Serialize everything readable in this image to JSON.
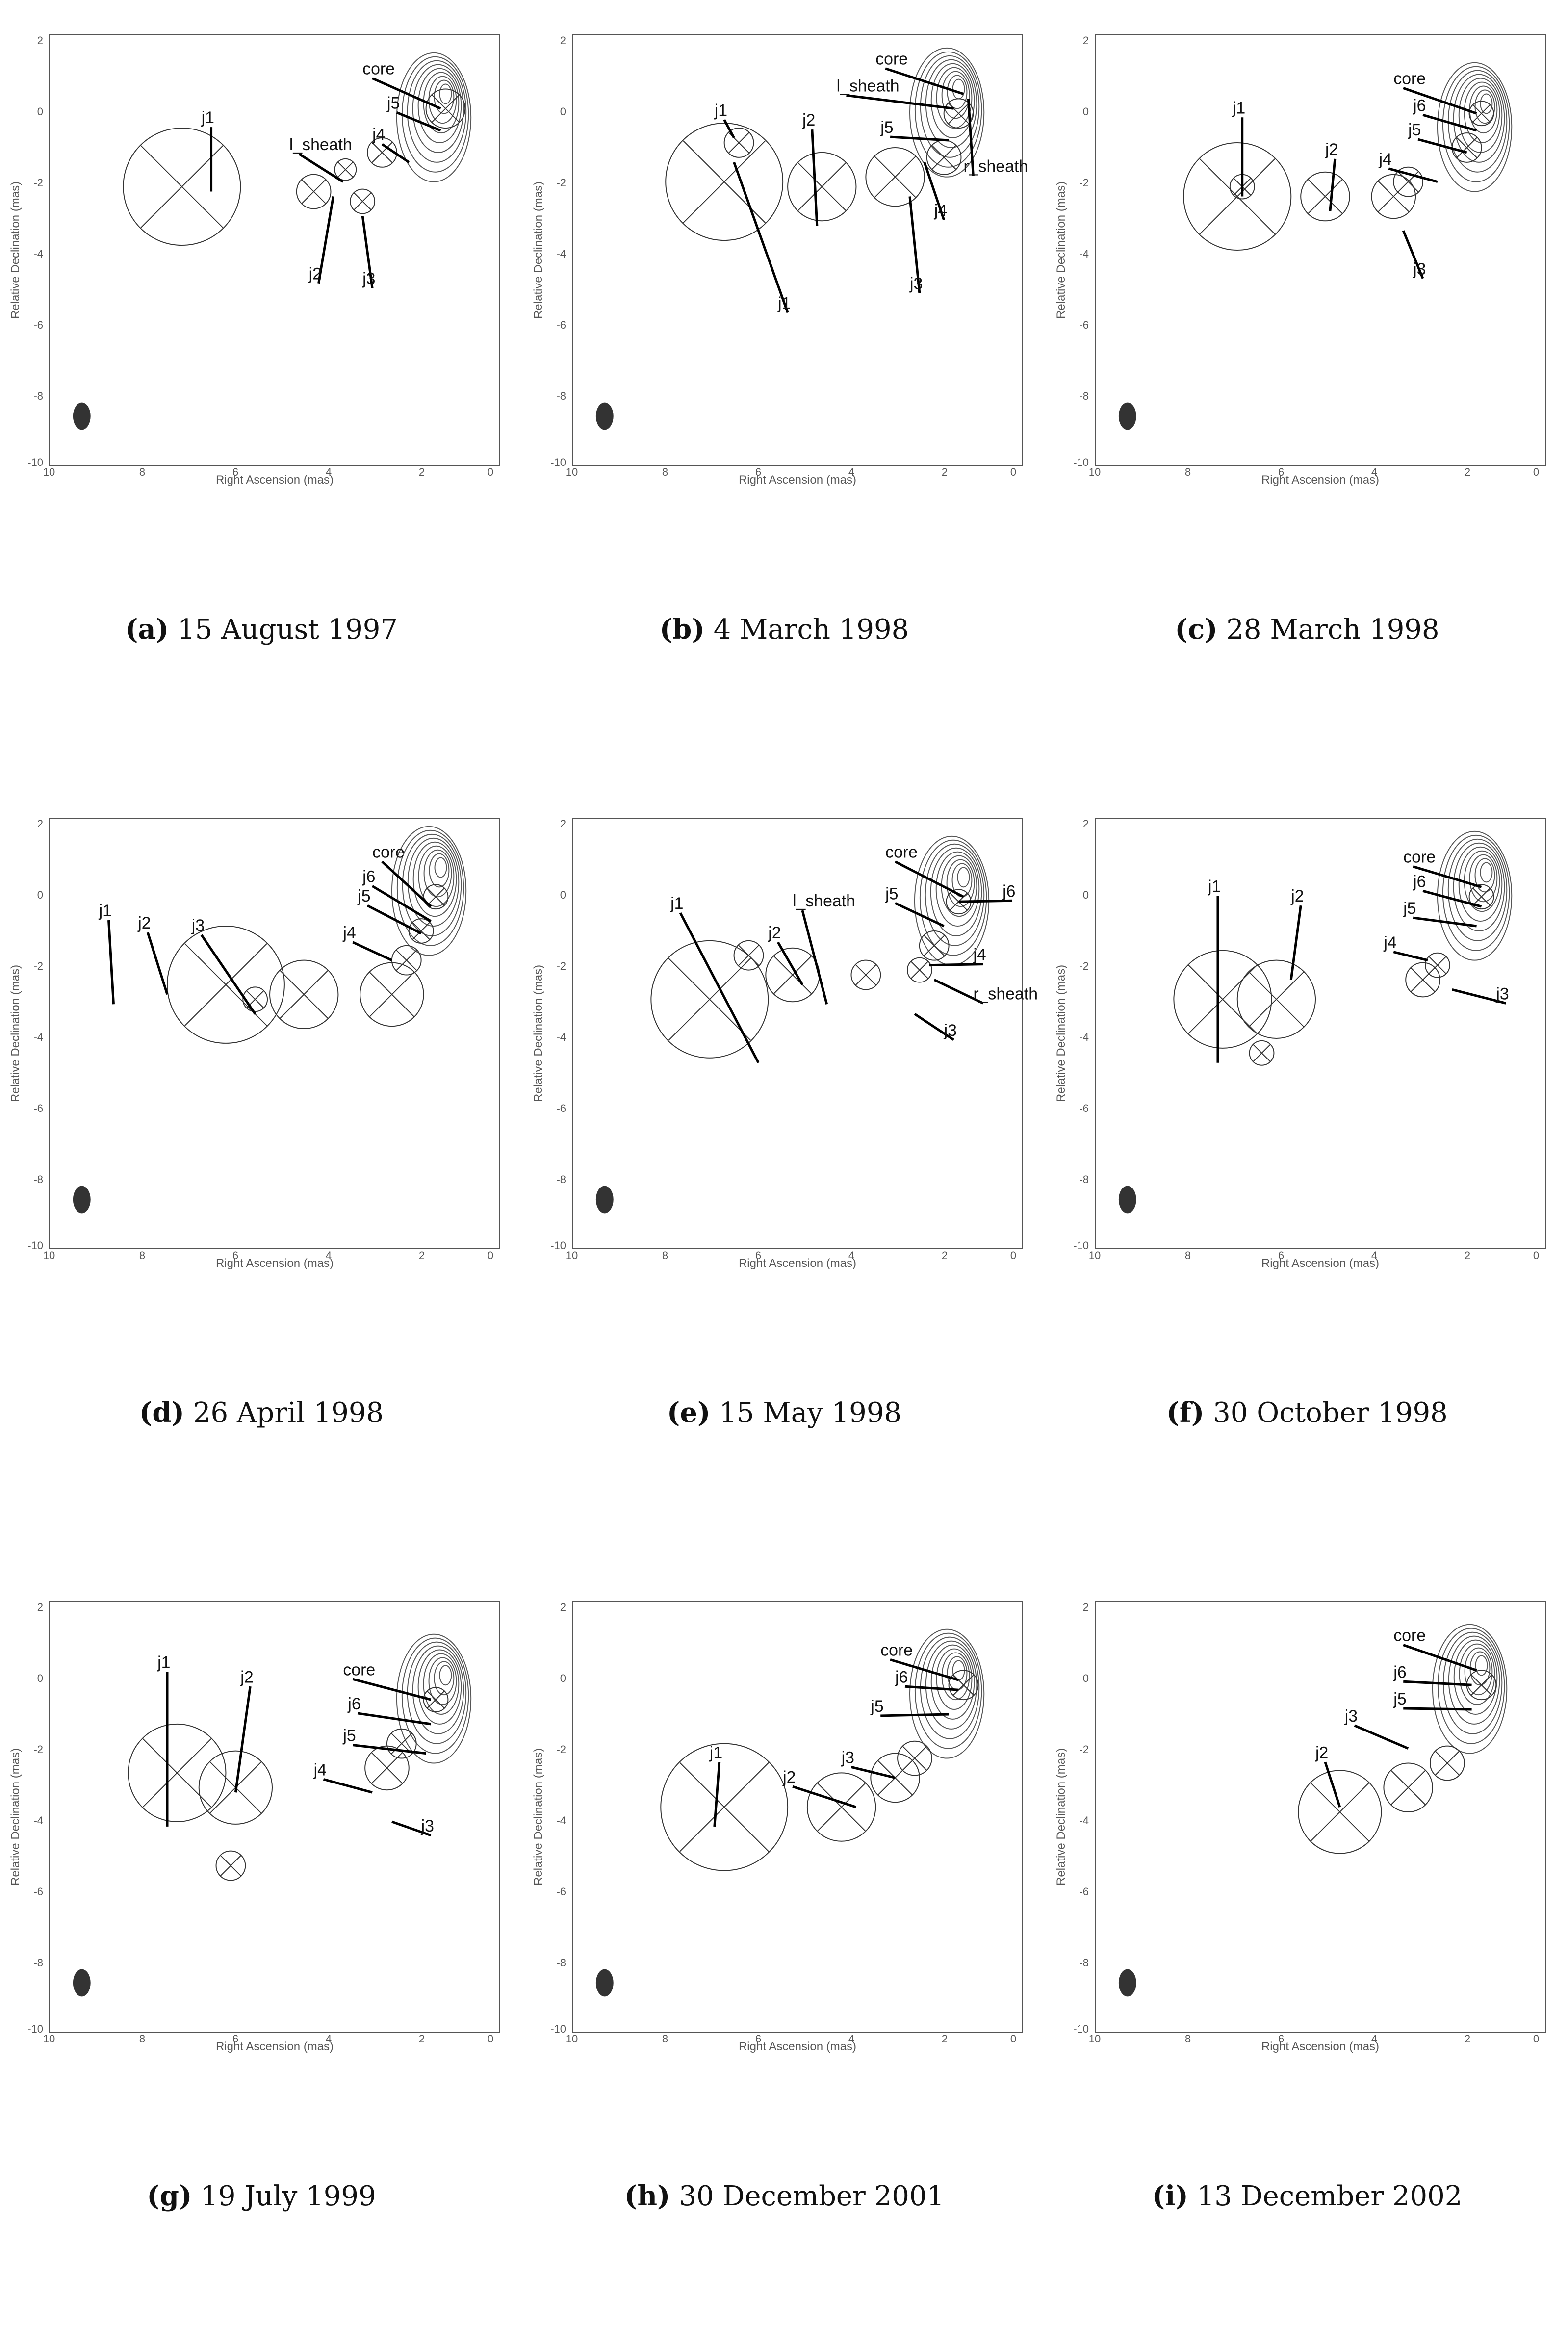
{
  "axis": {
    "xlabel": "Right Ascension  (mas)",
    "ylabel": "Relative Declination  (mas)",
    "xticks": [
      "10",
      "8",
      "6",
      "4",
      "2",
      "0"
    ],
    "yticks": [
      "2",
      "0",
      "-2",
      "-4",
      "-6",
      "-8",
      "-10"
    ]
  },
  "panels": [
    {
      "letter": "(a)",
      "date": " 15 August 1997",
      "labels": [
        "core",
        "j5",
        "j4",
        "l_sheath",
        "j1",
        "j2",
        "j3"
      ]
    },
    {
      "letter": "(b)",
      "date": " 4 March 1998",
      "labels": [
        "core",
        "l_sheath",
        "j5",
        "r_sheath",
        "j1",
        "j2",
        "j4",
        "j3",
        "j1"
      ]
    },
    {
      "letter": "(c)",
      "date": " 28 March 1998",
      "labels": [
        "core",
        "j6",
        "j5",
        "j4",
        "j1",
        "j2",
        "j3"
      ]
    },
    {
      "letter": "(d)",
      "date": " 26 April 1998",
      "labels": [
        "core",
        "j6",
        "j5",
        "j4",
        "j3",
        "j2",
        "j1"
      ]
    },
    {
      "letter": "(e)",
      "date": " 15 May 1998",
      "labels": [
        "core",
        "j5",
        "j6",
        "l_sheath",
        "j4",
        "r_sheath",
        "j3",
        "j2",
        "j1"
      ]
    },
    {
      "letter": "(f)",
      "date": " 30 October 1998",
      "labels": [
        "core",
        "j6",
        "j5",
        "j4",
        "j3",
        "j2",
        "j1"
      ]
    },
    {
      "letter": "(g)",
      "date": " 19 July 1999",
      "labels": [
        "core",
        "j6",
        "j5",
        "j4",
        "j3",
        "j2",
        "j1"
      ]
    },
    {
      "letter": "(h)",
      "date": " 30 December 2001",
      "labels": [
        "core",
        "j6",
        "j5",
        "j3",
        "j2",
        "j1"
      ]
    },
    {
      "letter": "(i)",
      "date": " 13 December 2002",
      "labels": [
        "core",
        "j6",
        "j5",
        "j3",
        "j2"
      ]
    }
  ]
}
